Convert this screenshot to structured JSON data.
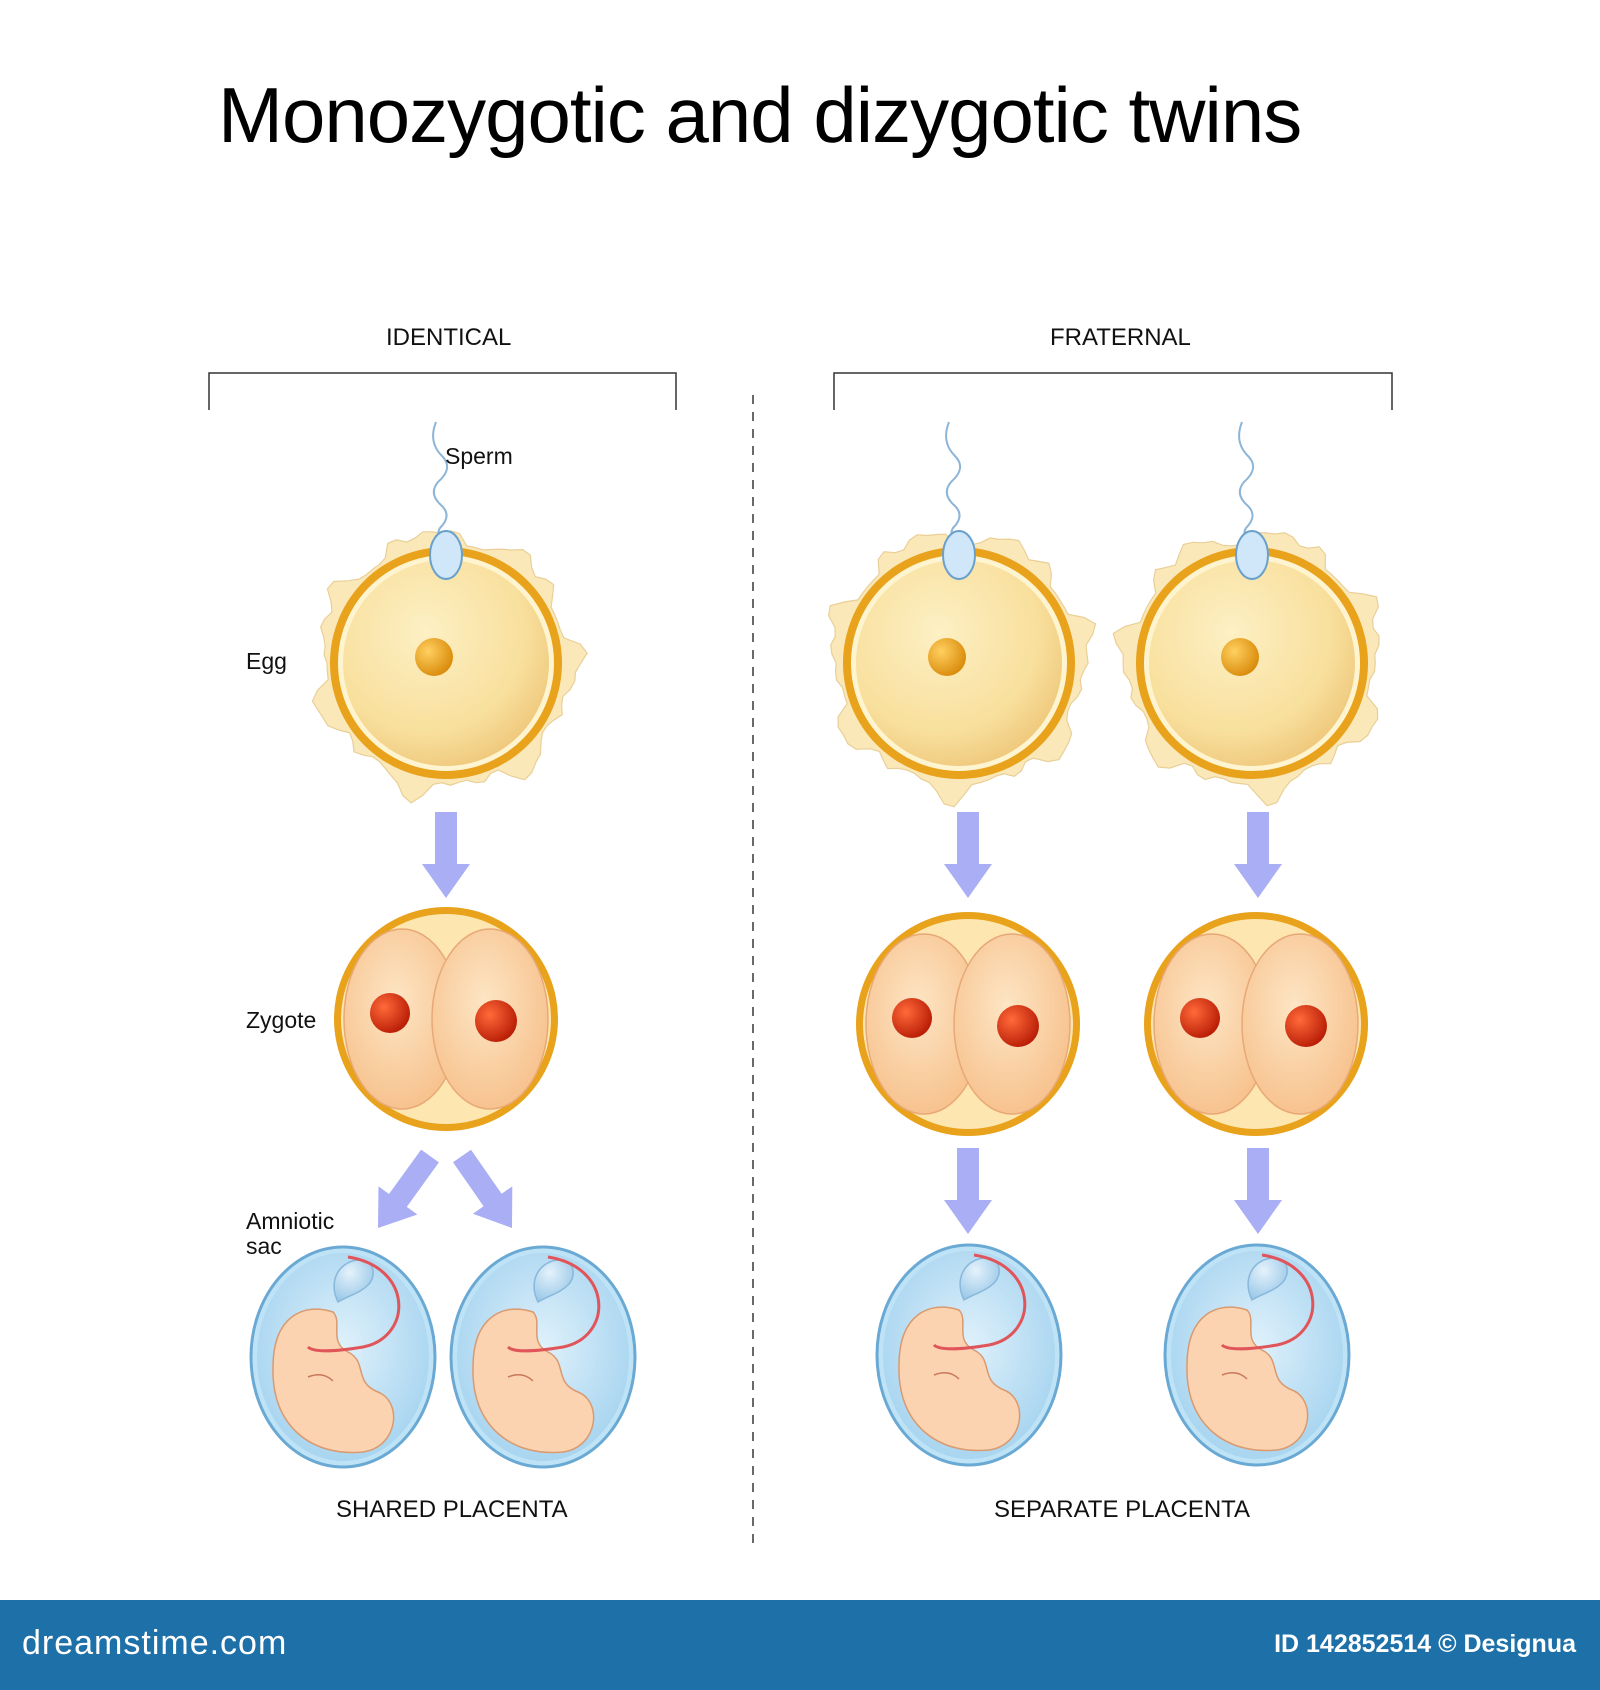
{
  "title": "Monozygotic and dizygotic twins",
  "sections": {
    "identical": "IDENTICAL",
    "fraternal": "FRATERNAL"
  },
  "labels": {
    "sperm": "Sperm",
    "egg": "Egg",
    "zygote": "Zygote",
    "amniotic_sac": [
      "Amniotic",
      "sac"
    ]
  },
  "captions": {
    "shared": "SHARED PLACENTA",
    "separate": "SEPARATE PLACENTA"
  },
  "footer": {
    "brand": "dreamstime.com",
    "credit": "ID 142852514 © Designua"
  },
  "colors": {
    "arrow": "#a9aef5",
    "egg_fill": "#f9df9a",
    "egg_ring": "#e8a21c",
    "corona": "#fbe8b8",
    "nucleus": "#f0a21a",
    "zygote_cell": "#fbcf9c",
    "zygote_nucleus": "#e23a0e",
    "sac_fill": "#bfe3f6",
    "sac_ring": "#6aa9d4",
    "embryo": "#fbd3b0",
    "cord": "#e0555a",
    "footer": "#1e71a8"
  }
}
